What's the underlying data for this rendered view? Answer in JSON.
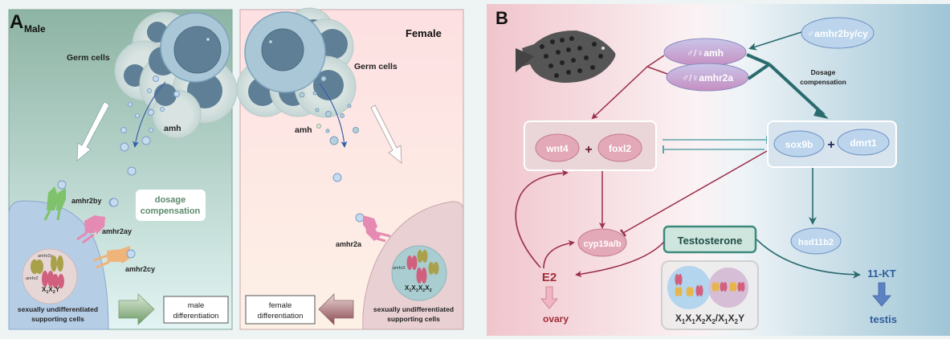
{
  "panel_a": {
    "letter": "A",
    "male": {
      "title": "Male",
      "germ_cells_label": "Germ cells",
      "amh_label": "amh",
      "receptors": [
        "amhr2by",
        "amhr2ay",
        "amhr2cy"
      ],
      "dosage_box": [
        "dosage",
        "compensation"
      ],
      "nucleus_labels": {
        "upper": "amhr2y",
        "lower": "amhr2"
      },
      "karyotype": [
        "X",
        "1",
        "X",
        "2",
        "Y"
      ],
      "cell_caption": [
        "sexually undifferentiated",
        "supporting cells"
      ],
      "outcome": [
        "male",
        "differentiation"
      ]
    },
    "female": {
      "title": "Female",
      "germ_cells_label": "Germ cells",
      "amh_label": "amh",
      "receptor": "amhr2a",
      "nucleus_label": "amhr2",
      "karyotype": [
        "X",
        "1",
        "X",
        "1",
        "X",
        "2",
        "X",
        "2"
      ],
      "cell_caption": [
        "sexually undifferentiated",
        "supporting cells"
      ],
      "outcome": [
        "female",
        "differentiation"
      ]
    }
  },
  "panel_b": {
    "letter": "B",
    "nodes": {
      "amhr2bycy": {
        "symbol": "♂",
        "label": "amhr2by/cy"
      },
      "amh": {
        "symbol": "♂/♀",
        "label": "amh"
      },
      "amhr2a": {
        "symbol": "♂/♀",
        "label": "amhr2a"
      },
      "wnt4": "wnt4",
      "foxl2": "foxl2",
      "sox9b": "sox9b",
      "dmrt1": "dmrt1",
      "plus": "+",
      "cyp19": "cyp19a/b",
      "hsd11b2": "hsd11b2",
      "testosterone": "Testosterone",
      "e2": "E2",
      "kt11": "11-KT",
      "ovary": "ovary",
      "testis": "testis"
    },
    "dosage_label": [
      "Dosage",
      "compensation"
    ],
    "karyotype": [
      "X",
      "1",
      "X",
      "1",
      "X",
      "2",
      "X",
      "2",
      "/",
      "X",
      "1",
      "X",
      "2",
      "Y"
    ]
  },
  "colors": {
    "male_bg_top": "#8fb5a6",
    "male_bg_bottom": "#e3f4f3",
    "female_bg_top": "#fde0e2",
    "female_bg_bottom": "#fdf0e6",
    "female_accent": "#9b2f4a",
    "male_accent": "#2a6b6e",
    "testis_blue": "#2f5d9c",
    "pink_node": "#e3a9b8",
    "blue_node": "#bcd5ec"
  }
}
